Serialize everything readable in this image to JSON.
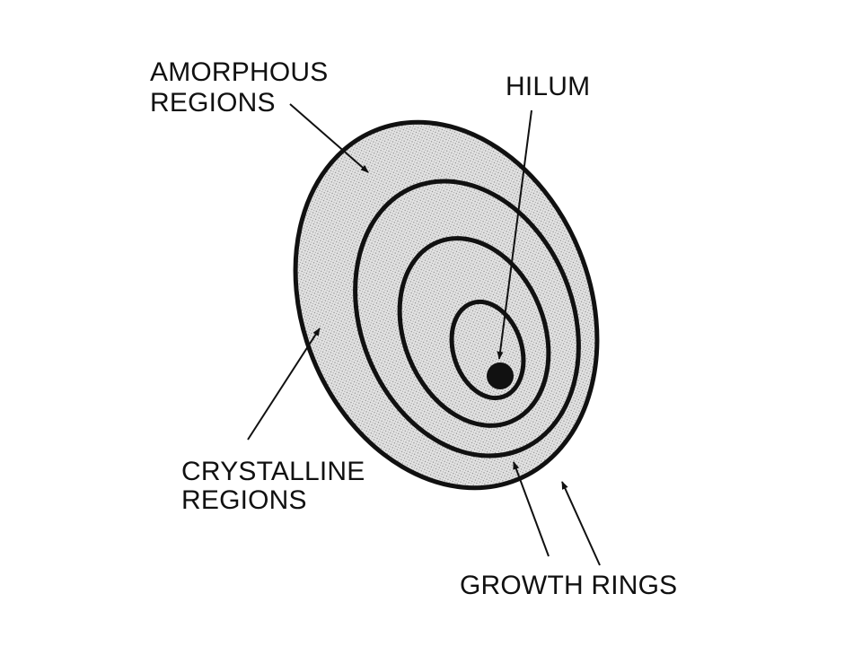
{
  "labels": {
    "amorphous": [
      "AMORPHOUS",
      "REGIONS"
    ],
    "hilum": "HILUM",
    "crystalline": [
      "CRYSTALLINE",
      "REGIONS"
    ],
    "growth_rings": "GROWTH RINGS"
  },
  "colors": {
    "ink": "#111111",
    "fill": "#d9d9d9",
    "background": "#ffffff"
  }
}
